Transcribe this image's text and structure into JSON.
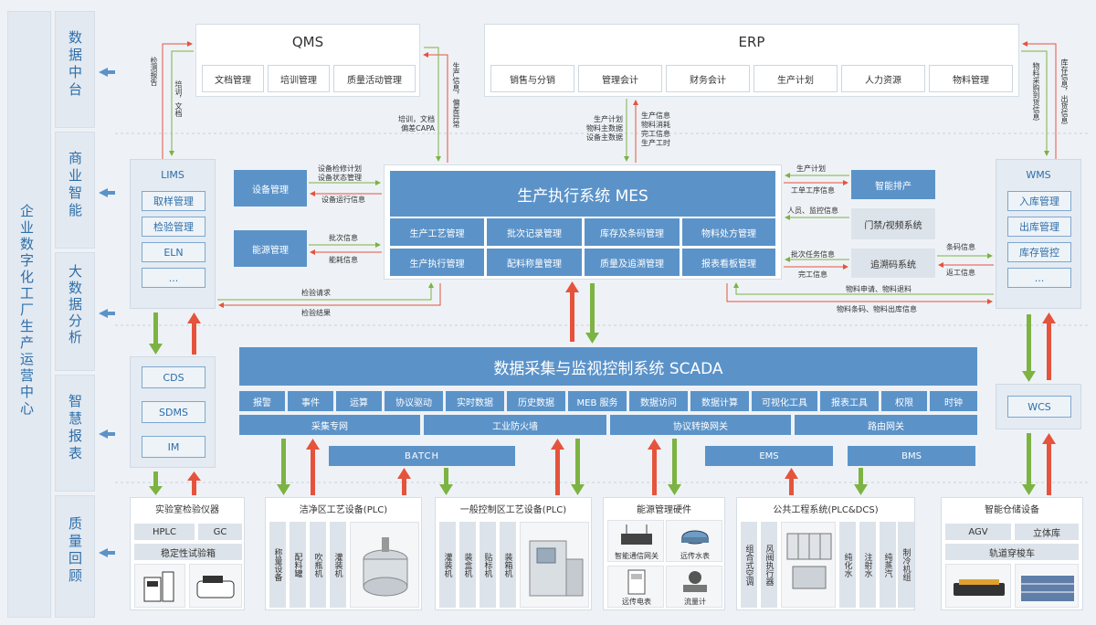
{
  "left_column": {
    "title": "企业数字化工厂生产运营中心",
    "sections": [
      "数据中台",
      "商业智能",
      "大数据分析",
      "智慧报表",
      "质量回顾"
    ]
  },
  "qms": {
    "title": "QMS",
    "items": [
      "文档管理",
      "培训管理",
      "质量活动管理"
    ]
  },
  "erp": {
    "title": "ERP",
    "items": [
      "销售与分销",
      "管理会计",
      "财务会计",
      "生产计划",
      "人力资源",
      "物料管理"
    ]
  },
  "mes": {
    "title": "生产执行系统 MES",
    "row1": [
      "生产工艺管理",
      "批次记录管理",
      "库存及条码管理",
      "物料处方管理"
    ],
    "row2": [
      "生产执行管理",
      "配料称量管理",
      "质量及追溯管理",
      "报表看板管理"
    ]
  },
  "lims": {
    "title": "LIMS",
    "items": [
      "取样管理",
      "检验管理",
      "ELN",
      "..."
    ]
  },
  "wms": {
    "title": "WMS",
    "items": [
      "入库管理",
      "出库管理",
      "库存管控",
      "..."
    ]
  },
  "mid_left": {
    "equipment": "设备管理",
    "energy": "能源管理"
  },
  "mid_right": {
    "scheduling": "智能排产",
    "access": "门禁/视频系统",
    "trace": "追溯码系统"
  },
  "lims_lower": [
    "CDS",
    "SDMS",
    "IM"
  ],
  "wcs": "WCS",
  "scada": {
    "title": "数据采集与监视控制系统 SCADA",
    "functions": [
      "报警",
      "事件",
      "运算",
      "协议驱动",
      "实时数据",
      "历史数据",
      "MEB 服务",
      "数据访问",
      "数据计算",
      "可视化工具",
      "报表工具",
      "权限",
      "时钟"
    ],
    "network": [
      "采集专网",
      "工业防火墙",
      "协议转换网关",
      "路由网关"
    ]
  },
  "subsystems": {
    "batch": "BATCH",
    "ems": "EMS",
    "bms": "BMS"
  },
  "annotations": {
    "qms_out1": "检测报告",
    "qms_in1": "培训，文档",
    "qms_mes1": "培训，文档\n偏差CAPA",
    "qms_mes2": "生产信息，偏差异常",
    "erp_mes_down": "生产计划\n物料主数据\n设备主数据",
    "erp_mes_up": "生产信息\n物料消耗\n完工信息\n生产工时",
    "erp_wms_left": "物料采购到货信息",
    "erp_wms_right": "库存信息，出货信息",
    "equip_mes": "设备检修计划\n设备状态管理",
    "mes_equip": "设备运行信息",
    "energy_mes": "批次信息",
    "mes_energy": "能耗信息",
    "lims_mes": "检验请求",
    "mes_lims": "检验结果",
    "sched_mes": "生产计划",
    "mes_sched": "工单工序信息",
    "access_mes": "人员、监控信息",
    "trace_mes1": "批次任务信息",
    "trace_mes2": "完工信息",
    "trace_wms1": "条码信息",
    "trace_wms2": "返工信息",
    "wms_mes1": "物料申请、物料退料",
    "wms_mes2": "物料条码、物料出库信息"
  },
  "devices": {
    "lab": {
      "title": "实验室检验仪器",
      "row1": [
        "HPLC",
        "GC"
      ],
      "row2": "稳定性试验箱"
    },
    "clean": {
      "title": "洁净区工艺设备(PLC)",
      "items": [
        "称量设备",
        "配料罐",
        "吹瓶机",
        "灌装机"
      ]
    },
    "general": {
      "title": "一般控制区工艺设备(PLC)",
      "items": [
        "灌装机",
        "装盒机",
        "贴标机",
        "装箱机"
      ]
    },
    "energy_hw": {
      "title": "能源管理硬件",
      "items": [
        "智能通信网关",
        "远传水表",
        "远传电表",
        "流量计"
      ]
    },
    "public": {
      "title": "公共工程系统(PLC&DCS)",
      "items": [
        "组合式空调",
        "风阀执行器",
        "纯化水",
        "注射水",
        "纯蒸汽",
        "制冷机组"
      ]
    },
    "storage": {
      "title": "智能仓储设备",
      "row1": [
        "AGV",
        "立体库"
      ],
      "row2": "轨道穿梭车"
    }
  },
  "colors": {
    "blue": "#5b93c9",
    "arrow_green": "#7cb342",
    "arrow_red": "#e5533d",
    "side_blue": "#2d6ea9"
  }
}
